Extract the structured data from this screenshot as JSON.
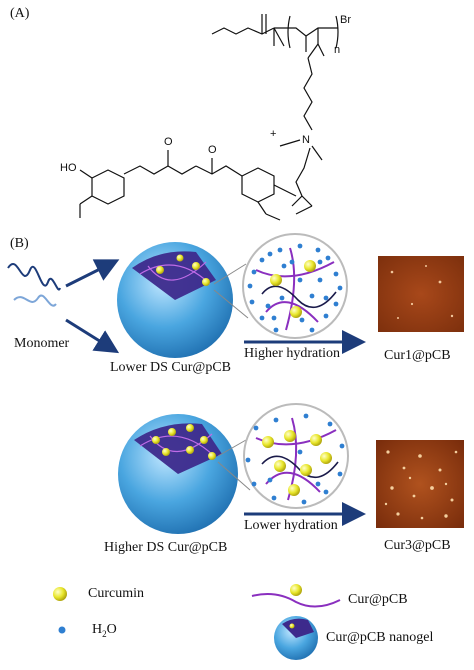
{
  "panels": {
    "a": "(A)",
    "b": "(B)"
  },
  "structure": {
    "br": "Br",
    "n": "n",
    "plus": "+",
    "n_atom": "N",
    "ho": "HO",
    "o": "O"
  },
  "scheme": {
    "monomer": "Monomer",
    "lower_ds": "Lower DS Cur@pCB",
    "higher_ds": "Higher DS Cur@pCB",
    "higher_hydration": "Higher hydration",
    "lower_hydration": "Lower hydration",
    "cur1": "Cur1@pCB",
    "cur3": "Cur3@pCB"
  },
  "legend": {
    "curcumin": "Curcumin",
    "h2o_prefix": "H",
    "h2o_sub": "2",
    "h2o_suffix": "O",
    "cur_pcb": "Cur@pCB",
    "nanogel": "Cur@pCB nanogel"
  },
  "colors": {
    "curcumin": "#e8e62a",
    "water": "#2f7fd1",
    "polymer": "#8a2fbf",
    "shell": "#4aa6e0",
    "arrow": "#1d3c7a",
    "afm": "#8a3a12"
  }
}
